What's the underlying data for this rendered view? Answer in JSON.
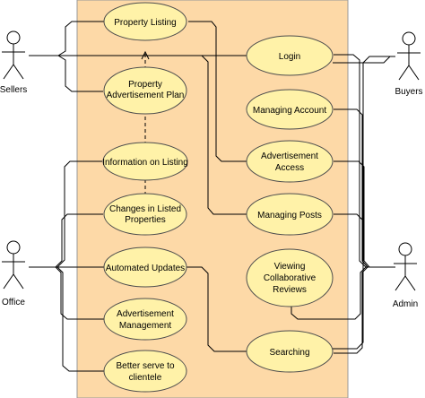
{
  "colors": {
    "system_fill": "#fdd9a7",
    "system_stroke": "#999999",
    "usecase_fill": "#fff2a8",
    "usecase_stroke": "#4d4d4d",
    "line": "#000000"
  },
  "actors": {
    "sellers": "Sellers",
    "buyers": "Buyers",
    "office": "Office",
    "admin": "Admin"
  },
  "usecases": {
    "property_listing": "Property Listing",
    "ad_plan_1": "Property",
    "ad_plan_2": "Advertisement Plan",
    "info_listing": "Information on Listing",
    "changes_1": "Changes in Listed",
    "changes_2": "Properties",
    "automated_updates": "Automated Updates",
    "ad_mgmt_1": "Advertisement",
    "ad_mgmt_2": "Management",
    "better_1": "Better serve to",
    "better_2": "clientele",
    "login": "Login",
    "managing_account": "Managing Account",
    "ad_access_1": "Advertisement",
    "ad_access_2": "Access",
    "managing_posts": "Managing Posts",
    "viewing_1": "Viewing",
    "viewing_2": "Collaborative",
    "viewing_3": "Reviews",
    "searching": "Searching"
  }
}
